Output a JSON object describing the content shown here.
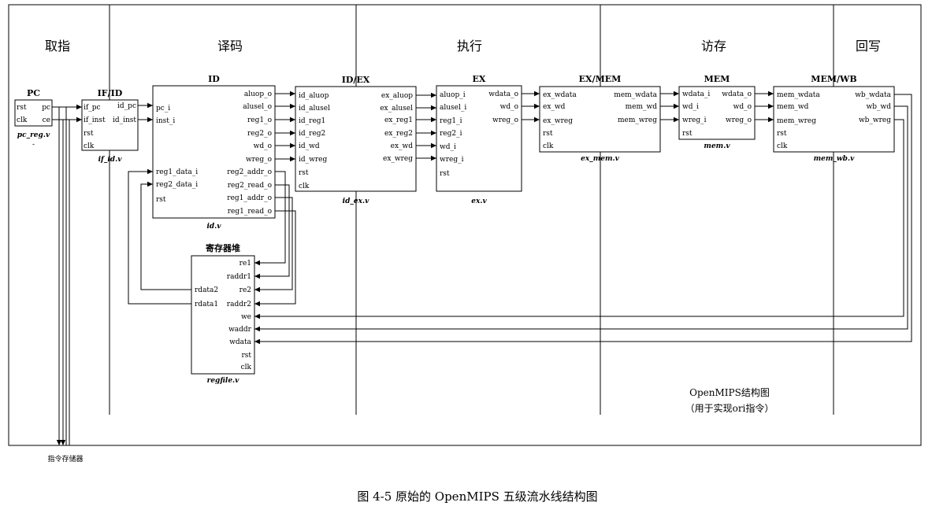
{
  "stages": [
    "取指",
    "译码",
    "执行",
    "访存",
    "回写"
  ],
  "modules": {
    "pc": {
      "title": "PC",
      "caption": "pc_reg.v",
      "left": [
        "rst",
        "clk"
      ],
      "right": [
        "pc",
        "ce"
      ],
      "dash": "-"
    },
    "ifid": {
      "title": "IF/ID",
      "caption": "if_id.v",
      "left": [
        "if_pc",
        "if_inst",
        "rst",
        "clk"
      ],
      "right": [
        "id_pc",
        "id_inst"
      ]
    },
    "id": {
      "title": "ID",
      "caption": "id.v",
      "left": [
        "pc_i",
        "inst_i",
        "reg1_data_i",
        "reg2_data_i",
        "rst"
      ],
      "right": [
        "aluop_o",
        "alusel_o",
        "reg1_o",
        "reg2_o",
        "wd_o",
        "wreg_o",
        "reg2_addr_o",
        "reg2_read_o",
        "reg1_addr_o",
        "reg1_read_o"
      ]
    },
    "idex": {
      "title": "ID/EX",
      "caption": "id_ex.v",
      "left": [
        "id_aluop",
        "id_alusel",
        "id_reg1",
        "id_reg2",
        "id_wd",
        "id_wreg",
        "rst",
        "clk"
      ],
      "right": [
        "ex_aluop",
        "ex_alusel",
        "ex_reg1",
        "ex_reg2",
        "ex_wd",
        "ex_wreg"
      ]
    },
    "ex": {
      "title": "EX",
      "caption": "ex.v",
      "left": [
        "aluop_i",
        "alusel_i",
        "reg1_i",
        "reg2_i",
        "wd_i",
        "wreg_i",
        "rst"
      ],
      "right": [
        "wdata_o",
        "wd_o",
        "wreg_o"
      ]
    },
    "exmem": {
      "title": "EX/MEM",
      "caption": "ex_mem.v",
      "left": [
        "ex_wdata",
        "ex_wd",
        "ex_wreg",
        "rst",
        "clk"
      ],
      "right": [
        "mem_wdata",
        "mem_wd",
        "mem_wreg"
      ]
    },
    "mem": {
      "title": "MEM",
      "caption": "mem.v",
      "left": [
        "wdata_i",
        "wd_i",
        "wreg_i",
        "rst"
      ],
      "right": [
        "wdata_o",
        "wd_o",
        "wreg_o"
      ]
    },
    "memwb": {
      "title": "MEM/WB",
      "caption": "mem_wb.v",
      "left": [
        "mem_wdata",
        "mem_wd",
        "mem_wreg",
        "rst",
        "clk"
      ],
      "right": [
        "wb_wdata",
        "wb_wd",
        "wb_wreg"
      ]
    },
    "regfile": {
      "title": "寄存器堆",
      "caption": "regfile.v",
      "left": [
        "rdata2",
        "rdata1"
      ],
      "right": [
        "re1",
        "raddr1",
        "re2",
        "raddr2",
        "we",
        "waddr",
        "wdata",
        "rst",
        "clk"
      ]
    }
  },
  "inst_mem_label": "指令存储器",
  "note": {
    "line1": "OpenMIPS结构图",
    "line2": "（用于实现ori指令）"
  },
  "figure_caption": "图 4-5 原始的 OpenMIPS 五级流水线结构图"
}
